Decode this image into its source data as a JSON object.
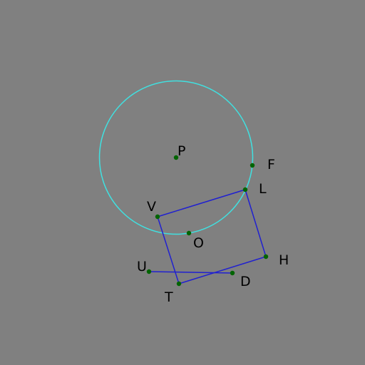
{
  "figure": {
    "background": "#808080",
    "circle_color": "#40e0e0",
    "polygon_color": "#2020d0",
    "segment_color": "#2020d0",
    "point_color": "#006400",
    "circle": {
      "center": "P",
      "through": "F"
    },
    "quadrilateral": [
      "V",
      "L",
      "H",
      "T"
    ],
    "segments": [
      [
        "U",
        "D"
      ]
    ],
    "points": [
      {
        "name": "P",
        "label": "P"
      },
      {
        "name": "F",
        "label": "F"
      },
      {
        "name": "L",
        "label": "L"
      },
      {
        "name": "V",
        "label": "V"
      },
      {
        "name": "O",
        "label": "O"
      },
      {
        "name": "H",
        "label": "H"
      },
      {
        "name": "U",
        "label": "U"
      },
      {
        "name": "D",
        "label": "D"
      },
      {
        "name": "T",
        "label": "T"
      }
    ]
  }
}
